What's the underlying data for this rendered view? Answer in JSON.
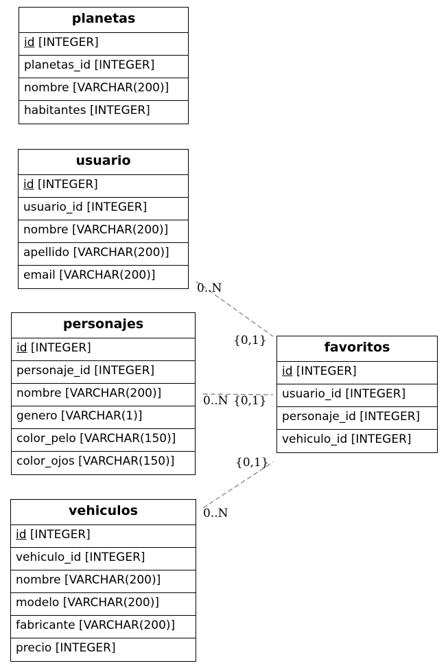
{
  "entities": {
    "planetas": {
      "name": "planetas",
      "fields": [
        {
          "name": "id",
          "type": "[INTEGER]",
          "pk": true
        },
        {
          "name": "planetas_id",
          "type": "[INTEGER]"
        },
        {
          "name": "nombre",
          "type": "[VARCHAR(200)]"
        },
        {
          "name": "habitantes",
          "type": "[INTEGER]"
        }
      ]
    },
    "usuario": {
      "name": "usuario",
      "fields": [
        {
          "name": "id",
          "type": "[INTEGER]",
          "pk": true
        },
        {
          "name": "usuario_id",
          "type": "[INTEGER]"
        },
        {
          "name": "nombre",
          "type": "[VARCHAR(200)]"
        },
        {
          "name": "apellido",
          "type": "[VARCHAR(200)]"
        },
        {
          "name": "email",
          "type": "[VARCHAR(200)]"
        }
      ]
    },
    "personajes": {
      "name": "personajes",
      "fields": [
        {
          "name": "id",
          "type": "[INTEGER]",
          "pk": true
        },
        {
          "name": "personaje_id",
          "type": "[INTEGER]"
        },
        {
          "name": "nombre",
          "type": "[VARCHAR(200)]"
        },
        {
          "name": "genero",
          "type": "[VARCHAR(1)]"
        },
        {
          "name": "color_pelo",
          "type": "[VARCHAR(150)]"
        },
        {
          "name": "color_ojos",
          "type": "[VARCHAR(150)]"
        }
      ]
    },
    "vehiculos": {
      "name": "vehiculos",
      "fields": [
        {
          "name": "id",
          "type": "[INTEGER]",
          "pk": true
        },
        {
          "name": "vehiculo_id",
          "type": "[INTEGER]"
        },
        {
          "name": "nombre",
          "type": "[VARCHAR(200)]"
        },
        {
          "name": "modelo",
          "type": "[VARCHAR(200)]"
        },
        {
          "name": "fabricante",
          "type": "[VARCHAR(200)]"
        },
        {
          "name": "precio",
          "type": "[INTEGER]"
        }
      ]
    },
    "favoritos": {
      "name": "favoritos",
      "fields": [
        {
          "name": "id",
          "type": "[INTEGER]",
          "pk": true
        },
        {
          "name": "usuario_id",
          "type": "[INTEGER]"
        },
        {
          "name": "personaje_id",
          "type": "[INTEGER]"
        },
        {
          "name": "vehiculo_id",
          "type": "[INTEGER]"
        }
      ]
    }
  },
  "relations": [
    {
      "from": "usuario",
      "to": "favoritos",
      "from_card": "0..N",
      "to_card": "{0,1}"
    },
    {
      "from": "personajes",
      "to": "favoritos",
      "from_card": "0..N",
      "to_card": "{0,1}"
    },
    {
      "from": "vehiculos",
      "to": "favoritos",
      "from_card": "0..N",
      "to_card": "{0,1}"
    }
  ],
  "colors": {
    "border": "#000000",
    "link": "#777777"
  }
}
